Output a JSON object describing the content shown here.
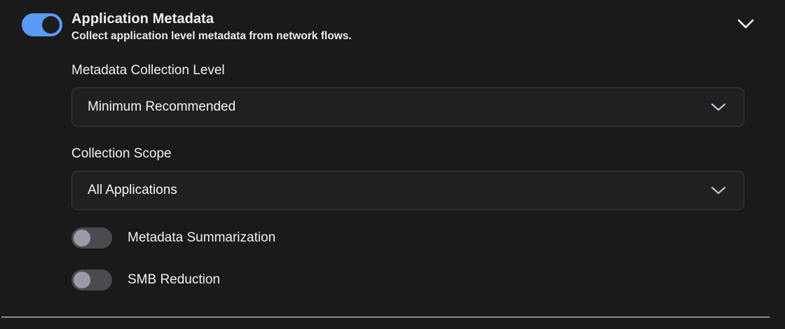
{
  "panel": {
    "background_color": "#1a1a1a",
    "accent_color": "#5b9bf8"
  },
  "header": {
    "title": "Application Metadata",
    "subtitle": "Collect application level metadata from network flows.",
    "enabled_toggle": {
      "name": "application-metadata-toggle",
      "state": "on"
    },
    "collapse_icon": "chevron-down-icon"
  },
  "fields": [
    {
      "label": "Metadata Collection Level",
      "value": "Minimum Recommended",
      "icon": "chevron-down-icon"
    },
    {
      "label": "Collection Scope",
      "value": "All Applications",
      "icon": "chevron-down-icon"
    }
  ],
  "switches": [
    {
      "label": "Metadata Summarization",
      "state": "off"
    },
    {
      "label": "SMB Reduction",
      "state": "off"
    }
  ]
}
